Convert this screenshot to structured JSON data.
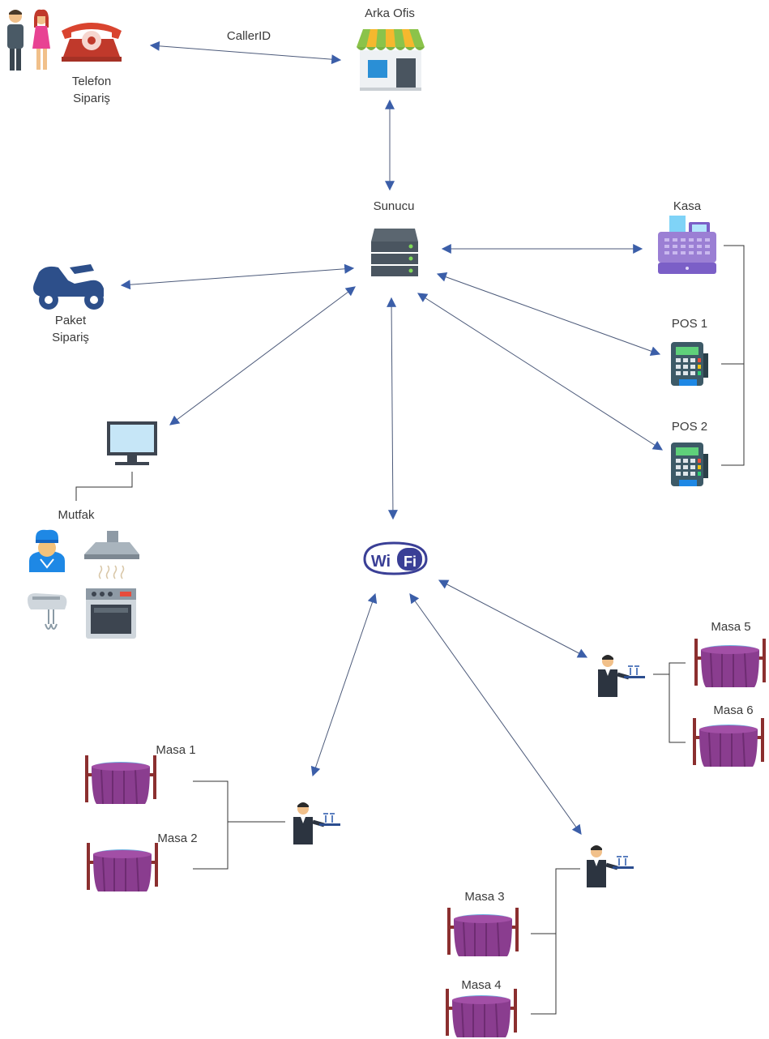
{
  "nodes": {
    "phone_order": {
      "label_line1": "Telefon",
      "label_line2": "Sipariş"
    },
    "callerid": {
      "label": "CallerID"
    },
    "back_office": {
      "label": "Arka Ofis"
    },
    "server": {
      "label": "Sunucu"
    },
    "delivery_order": {
      "label_line1": "Paket",
      "label_line2": "Sipariş"
    },
    "cash_register": {
      "label": "Kasa"
    },
    "pos1": {
      "label": "POS 1"
    },
    "pos2": {
      "label": "POS 2"
    },
    "kitchen": {
      "label": "Mutfak"
    },
    "wifi": {
      "label": "Wi",
      "label2": "Fi"
    },
    "tables": [
      {
        "label": "Masa 1"
      },
      {
        "label": "Masa 2"
      },
      {
        "label": "Masa 3"
      },
      {
        "label": "Masa 4"
      },
      {
        "label": "Masa 5"
      },
      {
        "label": "Masa 6"
      }
    ]
  },
  "colors": {
    "arrow": "#3b5ea8",
    "line": "#4c5a7a",
    "server": "#4a5560",
    "kasa": "#9b7fd4",
    "pos": "#3d5a67",
    "wifi": "#3a3f96",
    "table": "#8a3d8f",
    "chair": "#8b2f2f",
    "scooter": "#2d4f8a"
  }
}
